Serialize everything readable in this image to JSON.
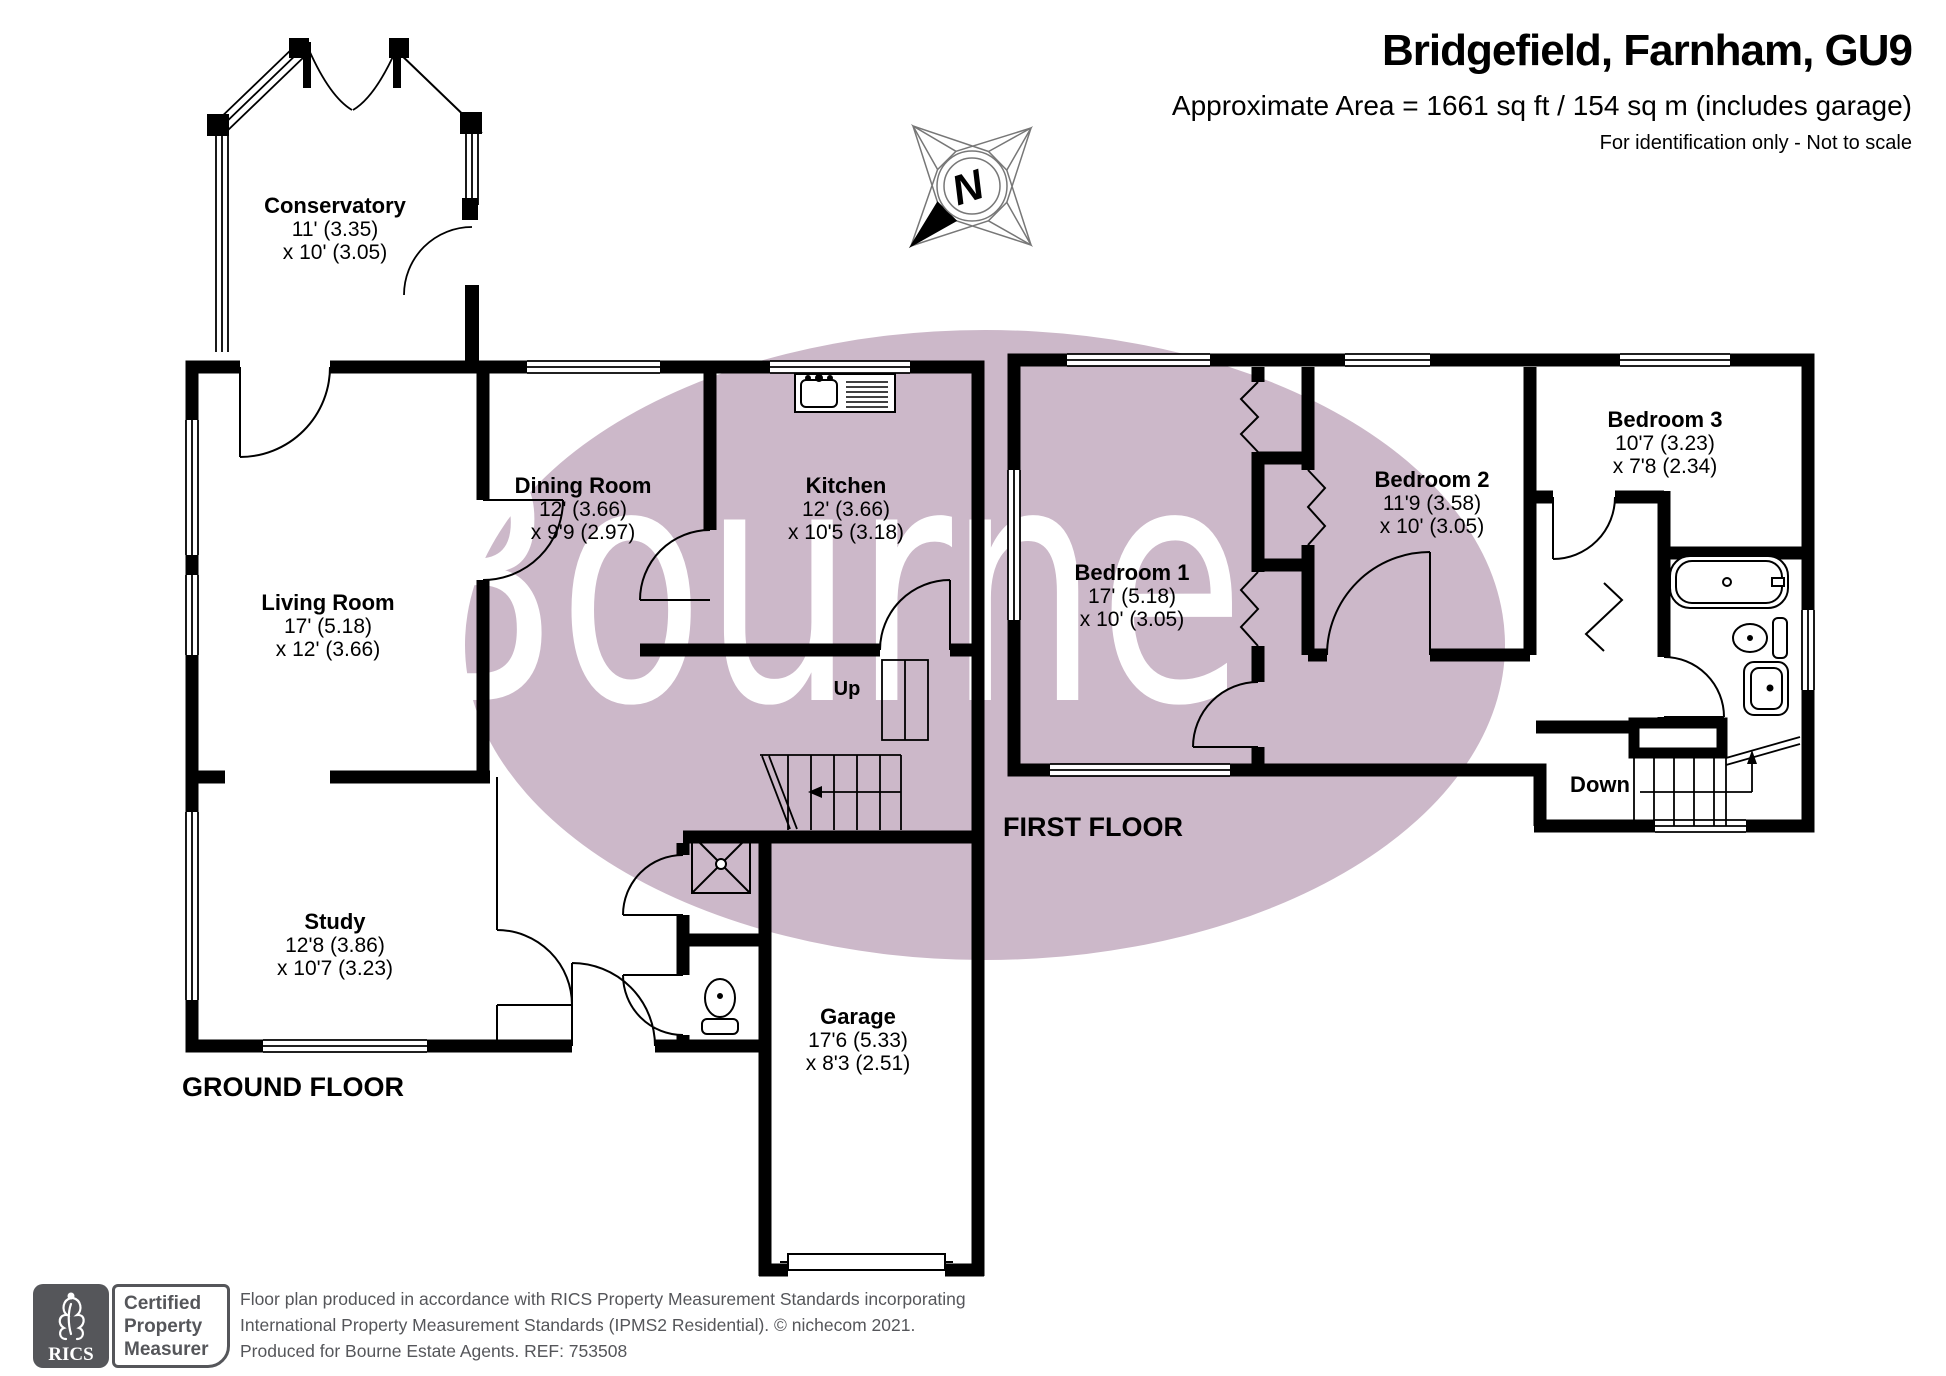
{
  "header": {
    "title": "Bridgefield, Farnham, GU9",
    "subtitle": "Approximate Area = 1661 sq ft / 154 sq m (includes garage)",
    "disclaimer": "For identification only - Not to scale"
  },
  "watermark": {
    "text": "Bourne",
    "ellipse_color": "#ccb8c9"
  },
  "compass": {
    "label": "N"
  },
  "floors": {
    "ground": {
      "label": "GROUND FLOOR"
    },
    "first": {
      "label": "FIRST FLOOR"
    }
  },
  "rooms": {
    "conservatory": {
      "name": "Conservatory",
      "dim1": "11' (3.35)",
      "dim2": "x 10' (3.05)"
    },
    "dining": {
      "name": "Dining Room",
      "dim1": "12' (3.66)",
      "dim2": "x 9'9 (2.97)"
    },
    "kitchen": {
      "name": "Kitchen",
      "dim1": "12' (3.66)",
      "dim2": "x 10'5 (3.18)"
    },
    "living": {
      "name": "Living Room",
      "dim1": "17' (5.18)",
      "dim2": "x 12' (3.66)"
    },
    "study": {
      "name": "Study",
      "dim1": "12'8 (3.86)",
      "dim2": "x 10'7 (3.23)"
    },
    "garage": {
      "name": "Garage",
      "dim1": "17'6 (5.33)",
      "dim2": "x 8'3 (2.51)"
    },
    "bedroom1": {
      "name": "Bedroom 1",
      "dim1": "17' (5.18)",
      "dim2": "x 10' (3.05)"
    },
    "bedroom2": {
      "name": "Bedroom 2",
      "dim1": "11'9 (3.58)",
      "dim2": "x 10' (3.05)"
    },
    "bedroom3": {
      "name": "Bedroom 3",
      "dim1": "10'7 (3.23)",
      "dim2": "x 7'8 (2.34)"
    }
  },
  "stairs": {
    "up": "Up",
    "down": "Down"
  },
  "footer": {
    "lines": [
      "Floor plan produced in accordance with RICS Property Measurement Standards incorporating",
      "International Property Measurement Standards (IPMS2 Residential).   © nichecom 2021.",
      "Produced for Bourne Estate Agents.   REF: 753508"
    ],
    "badge": {
      "org": "RICS",
      "cert_lines": [
        "Certified",
        "Property",
        "Measurer"
      ]
    }
  }
}
